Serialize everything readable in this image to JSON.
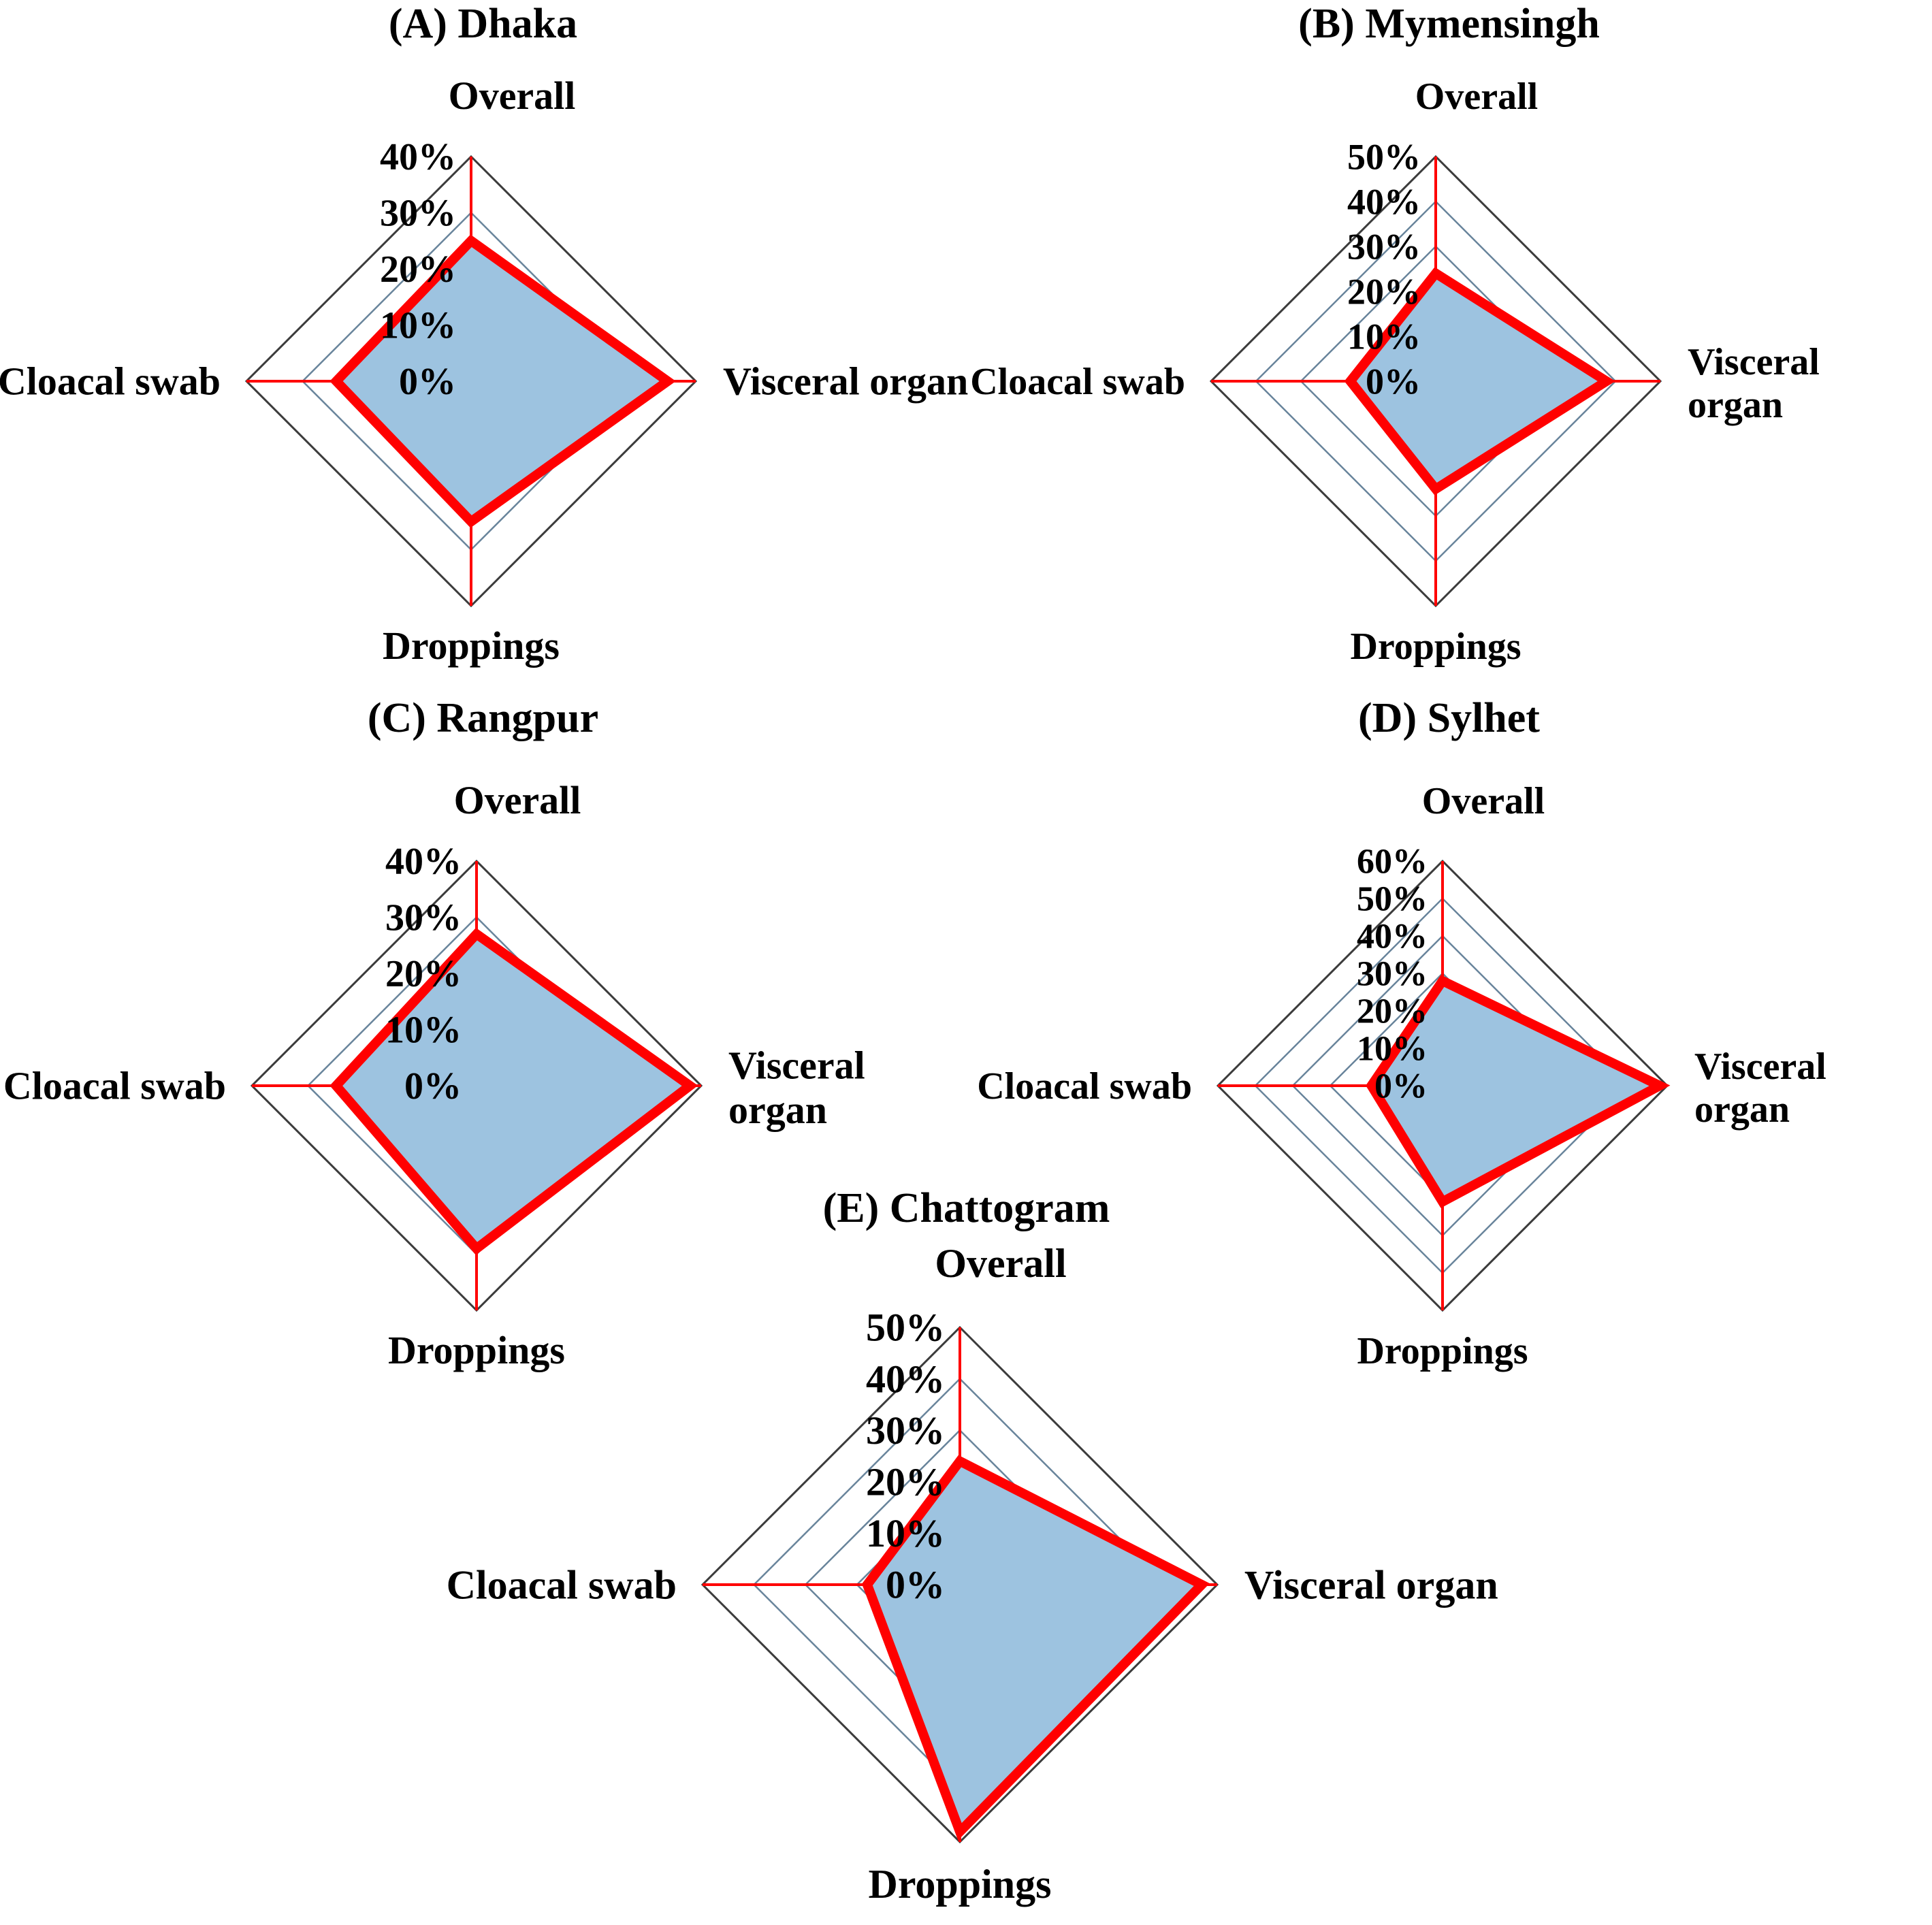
{
  "figure": {
    "background_color": "#ffffff",
    "series_fill_color": "#9dc3e0",
    "series_line_color": "#ff0000",
    "grid_color": "#3b3b3b",
    "axis_color": "#ff0000"
  },
  "chart_data": [
    {
      "type": "radar",
      "title": "(A) Dhaka",
      "categories": [
        "Overall",
        "Visceral organ",
        "Droppings",
        "Cloacal swab"
      ],
      "values": [
        25,
        35,
        25,
        24
      ],
      "tick_labels": [
        "0%",
        "10%",
        "20%",
        "30%",
        "40%"
      ],
      "ticks": [
        0,
        10,
        20,
        30,
        40
      ],
      "rlim": [
        0,
        40
      ],
      "grid": true,
      "legend": "none",
      "label_wrap": {
        "Visceral organ": [
          "Visceral organ"
        ]
      }
    },
    {
      "type": "radar",
      "title": "(B) Mymensingh",
      "categories": [
        "Overall",
        "Visceral organ",
        "Droppings",
        "Cloacal swab"
      ],
      "values": [
        24,
        38,
        24,
        19
      ],
      "tick_labels": [
        "0%",
        "10%",
        "20%",
        "30%",
        "40%",
        "50%"
      ],
      "ticks": [
        0,
        10,
        20,
        30,
        40,
        50
      ],
      "rlim": [
        0,
        50
      ],
      "grid": true,
      "legend": "none",
      "label_wrap": {
        "Visceral organ": [
          "Visceral",
          "organ"
        ]
      }
    },
    {
      "type": "radar",
      "title": "(C) Rangpur",
      "categories": [
        "Overall",
        "Visceral organ",
        "Droppings",
        "Cloacal swab"
      ],
      "values": [
        27,
        38,
        29,
        25
      ],
      "tick_labels": [
        "0%",
        "10%",
        "20%",
        "30%",
        "40%"
      ],
      "ticks": [
        0,
        10,
        20,
        30,
        40
      ],
      "rlim": [
        0,
        40
      ],
      "grid": true,
      "legend": "none",
      "label_wrap": {
        "Visceral organ": [
          "Visceral",
          "organ"
        ]
      }
    },
    {
      "type": "radar",
      "title": "(D) Sylhet",
      "categories": [
        "Overall",
        "Visceral organ",
        "Droppings",
        "Cloacal swab"
      ],
      "values": [
        28,
        58,
        31,
        19
      ],
      "tick_labels": [
        "0%",
        "10%",
        "20%",
        "30%",
        "40%",
        "50%",
        "60%"
      ],
      "ticks": [
        0,
        10,
        20,
        30,
        40,
        50,
        60
      ],
      "rlim": [
        0,
        60
      ],
      "grid": true,
      "legend": "none",
      "label_wrap": {
        "Visceral organ": [
          "Visceral",
          "organ"
        ]
      }
    },
    {
      "type": "radar",
      "title": "(E) Chattogram",
      "categories": [
        "Overall",
        "Visceral organ",
        "Droppings",
        "Cloacal swab"
      ],
      "values": [
        24,
        47,
        48,
        18
      ],
      "tick_labels": [
        "0%",
        "10%",
        "20%",
        "30%",
        "40%",
        "50%"
      ],
      "ticks": [
        0,
        10,
        20,
        30,
        40,
        50
      ],
      "rlim": [
        0,
        50
      ],
      "grid": true,
      "legend": "none",
      "label_wrap": {
        "Visceral organ": [
          "Visceral organ"
        ]
      }
    }
  ],
  "panels": {
    "a": {
      "title": "(A) Dhaka",
      "labels": {
        "top": "Overall",
        "right": "Visceral organ",
        "bottom": "Droppings",
        "left": "Cloacal swab"
      },
      "ticks": [
        "0%",
        "10%",
        "20%",
        "30%",
        "40%"
      ]
    },
    "b": {
      "title": "(B) Mymensingh",
      "labels": {
        "top": "Overall",
        "right_line1": "Visceral",
        "right_line2": "organ",
        "bottom": "Droppings",
        "left": "Cloacal swab"
      },
      "ticks": [
        "0%",
        "10%",
        "20%",
        "30%",
        "40%",
        "50%"
      ]
    },
    "c": {
      "title": "(C) Rangpur",
      "labels": {
        "top": "Overall",
        "right_line1": "Visceral",
        "right_line2": "organ",
        "bottom": "Droppings",
        "left": "Cloacal swab"
      },
      "ticks": [
        "0%",
        "10%",
        "20%",
        "30%",
        "40%"
      ]
    },
    "d": {
      "title": "(D) Sylhet",
      "labels": {
        "top": "Overall",
        "right_line1": "Visceral",
        "right_line2": "organ",
        "bottom": "Droppings",
        "left": "Cloacal swab"
      },
      "ticks": [
        "0%",
        "10%",
        "20%",
        "30%",
        "40%",
        "50%",
        "60%"
      ]
    },
    "e": {
      "title": "(E) Chattogram",
      "labels": {
        "top": "Overall",
        "right": "Visceral organ",
        "bottom": "Droppings",
        "left": "Cloacal swab"
      },
      "ticks": [
        "0%",
        "10%",
        "20%",
        "30%",
        "40%",
        "50%"
      ]
    }
  }
}
